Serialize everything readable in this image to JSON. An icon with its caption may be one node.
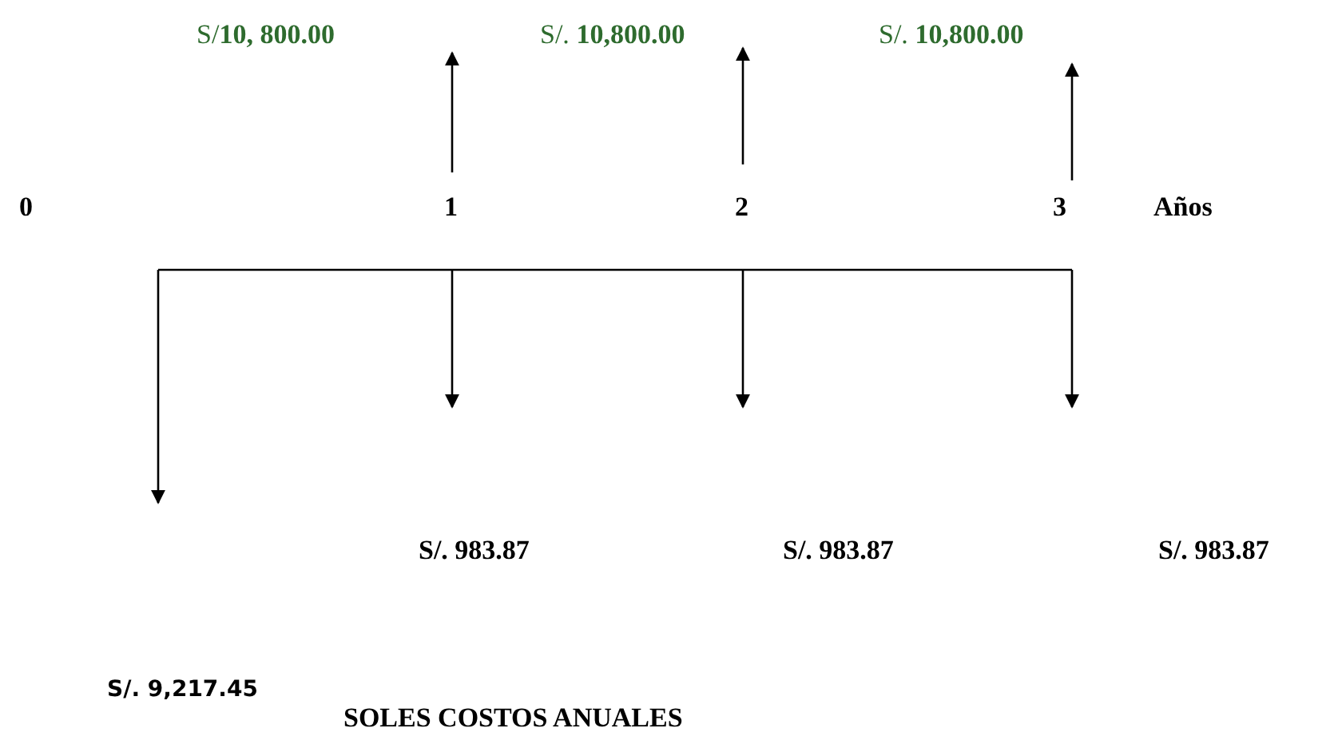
{
  "diagram": {
    "labels": [
      "S/**10, 800.00**",
      "S/. **10,800.00**",
      "S/. **10,800.00**",
      "0",
      "1",
      "2",
      "3",
      "Años",
      "S/. 983.87",
      "S/. 983.87",
      "S/. 983.87",
      "S/. 9,217.45",
      "SOLES COSTOS ANUALES"
    ]
  }
}
